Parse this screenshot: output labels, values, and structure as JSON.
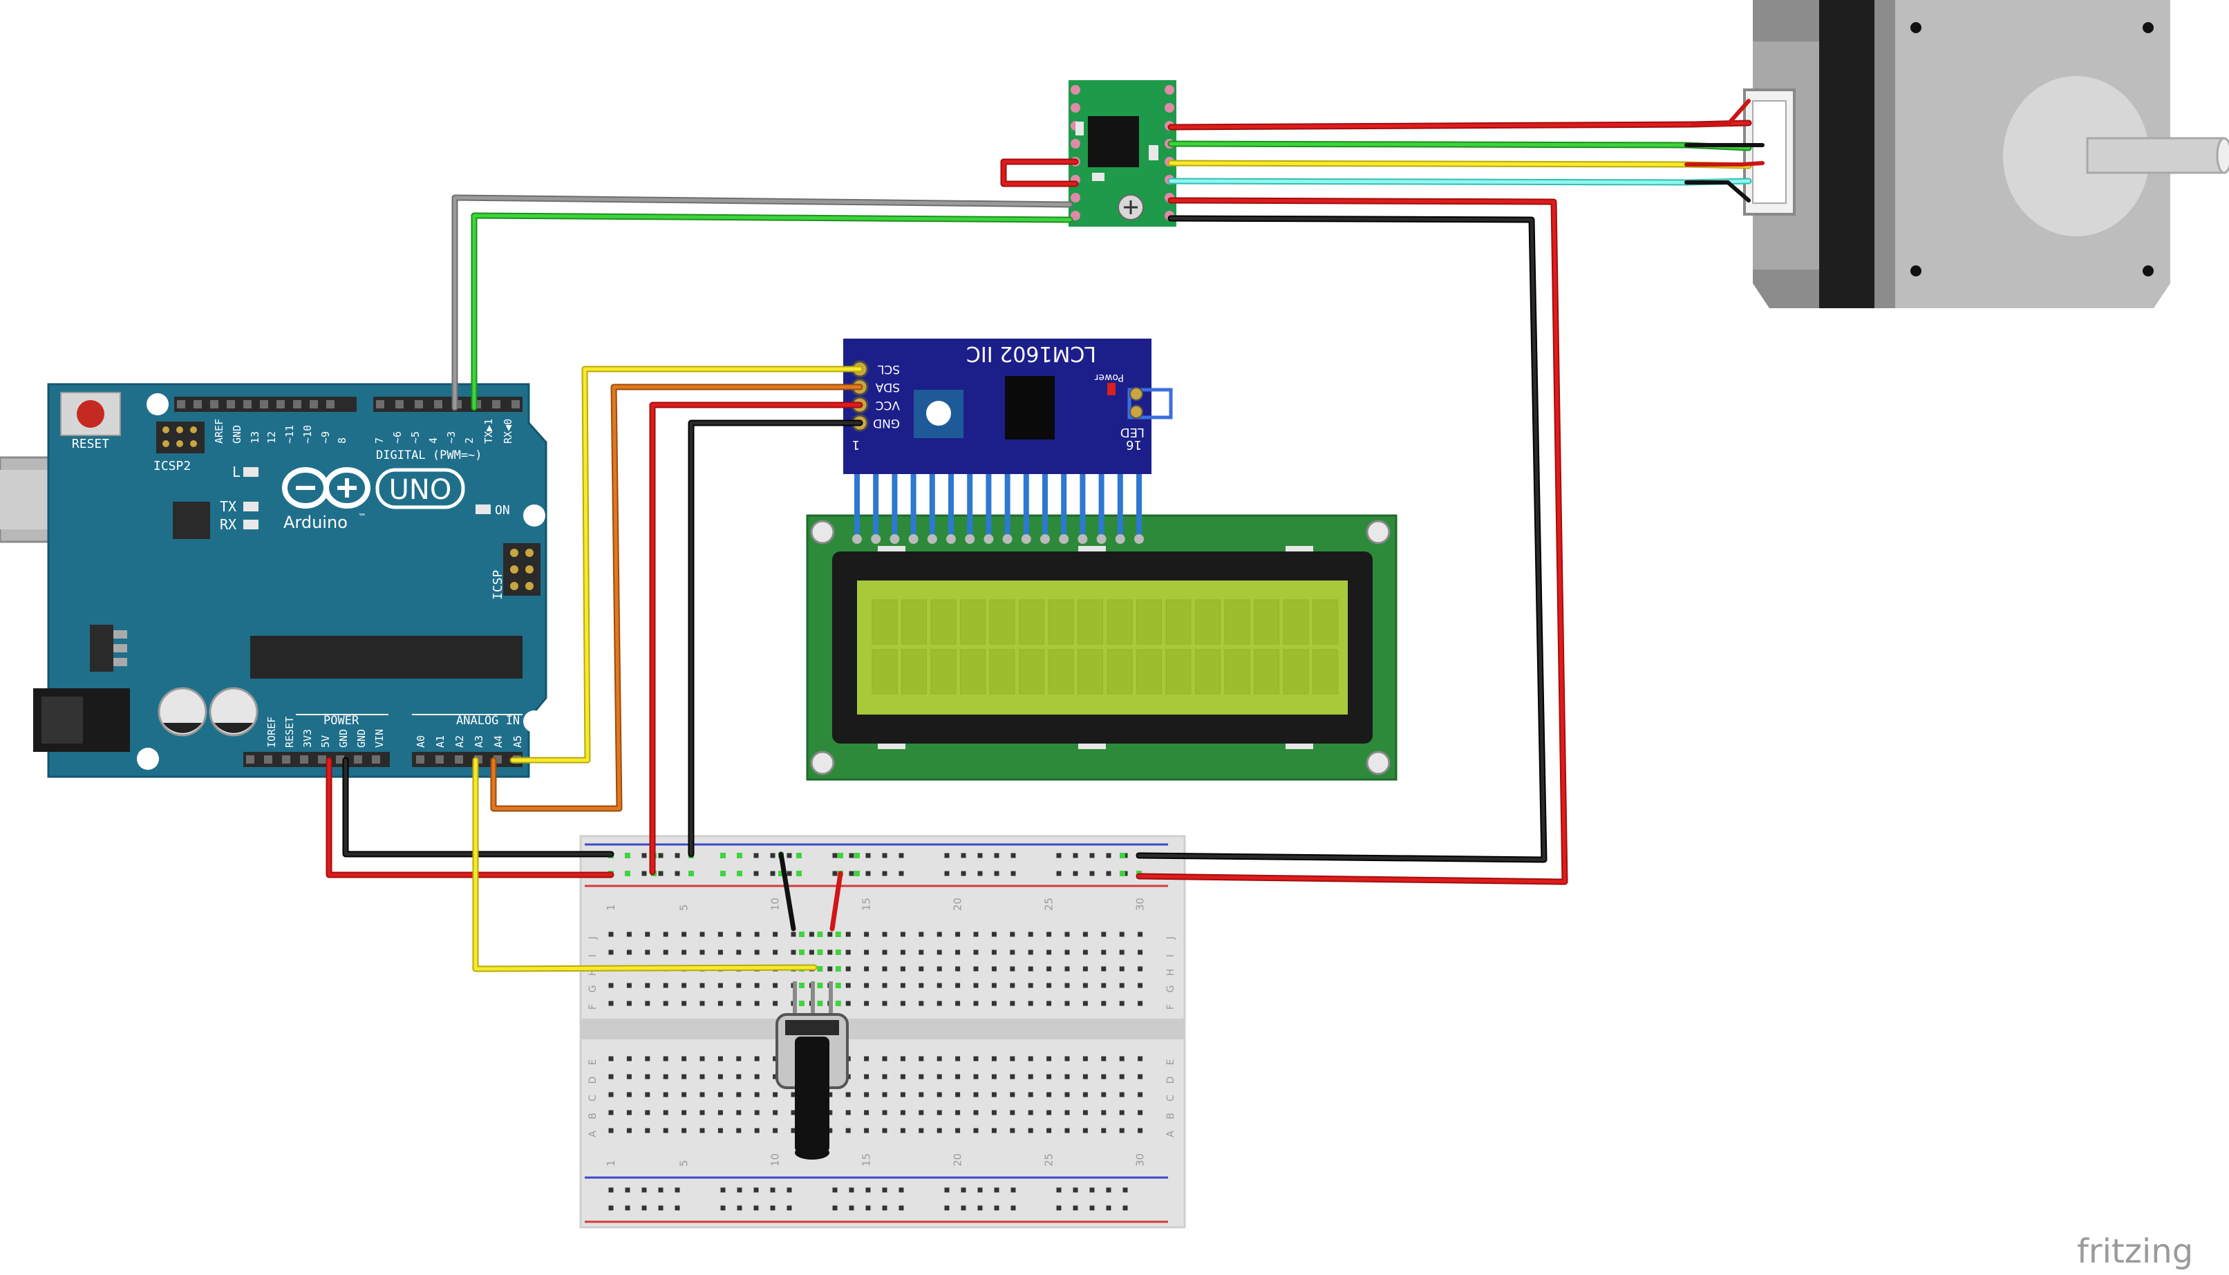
{
  "arduino": {
    "brand": "Arduino",
    "trademark": "™",
    "model": "UNO",
    "reset_label": "RESET",
    "icsp2_label": "ICSP2",
    "icsp_label": "ICSP",
    "led_l": "L",
    "led_tx": "TX",
    "led_rx": "RX",
    "led_on": "ON",
    "digital_label": "DIGITAL (PWM=~)",
    "power_label": "POWER",
    "analog_label": "ANALOG IN",
    "top_pins": [
      "AREF",
      "GND",
      "13",
      "12",
      "~11",
      "~10",
      "~9",
      "8",
      "7",
      "~6",
      "~5",
      "4",
      "~3",
      "2",
      "TX▶1",
      "RX◀0"
    ],
    "power_pins": [
      "IOREF",
      "RESET",
      "3V3",
      "5V",
      "GND",
      "GND",
      "VIN"
    ],
    "analog_pins": [
      "A0",
      "A1",
      "A2",
      "A3",
      "A4",
      "A5"
    ]
  },
  "i2c_module": {
    "title": "LCM1602 IIC",
    "power_label": "Power",
    "led_label": "LED",
    "pins": [
      "SCL",
      "SDA",
      "VCC",
      "GND"
    ],
    "pin_first": "1",
    "pin_last": "16"
  },
  "breadboard": {
    "column_numbers": [
      "1",
      "5",
      "10",
      "15",
      "20",
      "25",
      "30"
    ],
    "rows_top": [
      "J",
      "I",
      "H",
      "G",
      "F"
    ],
    "rows_bottom": [
      "E",
      "D",
      "C",
      "B",
      "A"
    ]
  },
  "watermark": "fritzing",
  "colors": {
    "arduino_teal": "#1f6f8b",
    "wire_red": "#cc1414",
    "wire_black": "#1a1a1a",
    "wire_green": "#2db82d",
    "wire_yellow": "#f2e41a",
    "wire_orange": "#d8691a",
    "wire_gray": "#8e8e8e",
    "wire_cyan": "#6ff2e8",
    "lcd_pcb": "#2d8a3a",
    "lcd_screen": "#a8c93a",
    "i2c_board": "#1c1f8a",
    "driver_pcb": "#1e9a4a"
  }
}
